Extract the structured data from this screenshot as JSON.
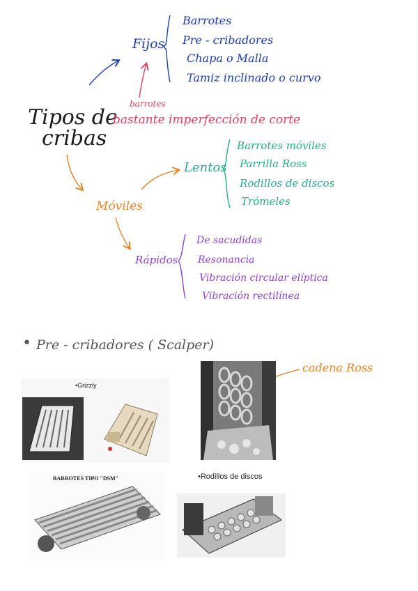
{
  "mindmap": {
    "root": "Tipos de cribas",
    "fijos": {
      "label": "Fijos",
      "items": [
        "Barrotes",
        "Pre - cribadores",
        "Chapa o Malla",
        "Tamiz inclinado o curvo"
      ]
    },
    "note_barrotes": "barrotes",
    "note_imperfeccion": "bastante imperfección de corte",
    "moviles": {
      "label": "Móviles"
    },
    "lentos": {
      "label": "Lentos",
      "items": [
        "Barrotes móviles",
        "Parrilla Ross",
        "Rodillos de discos",
        "Trómeles"
      ]
    },
    "rapidos": {
      "label": "Rápidos",
      "items": [
        "De sacudidas",
        "Resonancia",
        "Vibración circular elíptica",
        "Vibración rectilínea"
      ]
    }
  },
  "section": {
    "bullet": "•",
    "title": "Pre - cribadores ( Scalper)"
  },
  "figures": {
    "grizzly_caption": "•Grizzly",
    "ross_note": "cadena Ross",
    "dsm_caption": "BARROTES TIPO \"DSM\"",
    "discos_caption": "•Rodillos de discos"
  },
  "colors": {
    "fijos": "#1f3fb0",
    "note": "#d9445f",
    "lentos": "#2ba98f",
    "moviles": "#e5822a",
    "rapidos": "#8e3fd6"
  }
}
